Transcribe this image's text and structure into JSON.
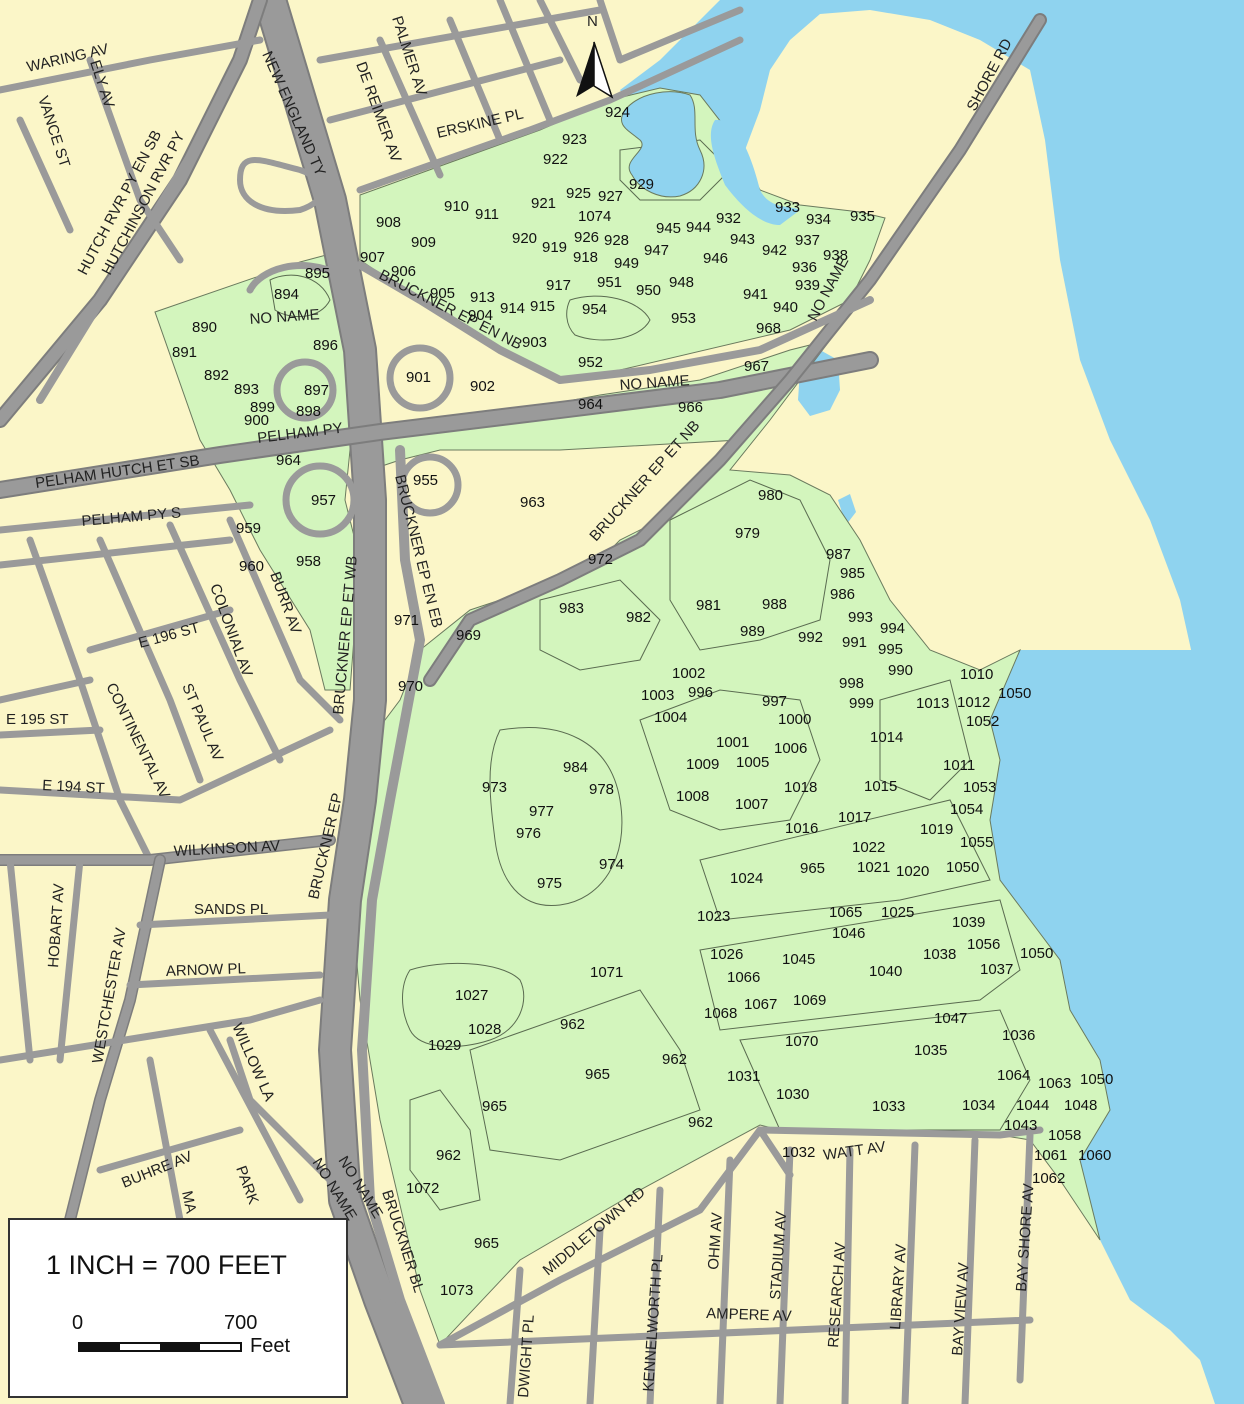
{
  "scale": {
    "title": "1 INCH = 700 FEET",
    "zero": "0",
    "max": "700",
    "unit": "Feet"
  },
  "north": {
    "letter": "N",
    "icon": "north-arrow-icon"
  },
  "colors": {
    "land": "#fbf6c8",
    "park": "#d3f5bd",
    "water": "#8fd3ef",
    "road": "#9a9a9a"
  },
  "streets": [
    "WARING AV",
    "ELY AV",
    "VANCE ST",
    "HUTCH RVR PY EN SB",
    "HUTCHINSON RVR PY",
    "NEW ENGLAND TY",
    "DE REIMER AV",
    "PALMER AV",
    "ERSKINE PL",
    "SHORE RD",
    "NO NAME",
    "BRUCKNER EP EN NB",
    "NO NAME",
    "NO NAME",
    "PELHAM PY",
    "PELHAM HUTCH ET SB",
    "PELHAM PY S",
    "BRUCKNER EP ET NB",
    "NO NAME",
    "BURR AV",
    "COLONIAL AV",
    "E 196 ST",
    "BRUCKNER EP ET WB",
    "BRUCKNER EP EN EB",
    "CONTINENTAL AV",
    "ST PAUL AV",
    "E 195 ST",
    "E 194 ST",
    "WILKINSON AV",
    "BRUCKNER EP",
    "HOBART AV",
    "WESTCHESTER AV",
    "SANDS PL",
    "ARNOW PL",
    "WILLOW LA",
    "BUHRE AV",
    "MA",
    "PARK",
    "NO NAME",
    "BRUCKNER BL",
    "MIDDLETOWN RD",
    "DWIGHT PL",
    "KENNELWORTH PL",
    "OHM AV",
    "STADIUM AV",
    "AMPERE AV",
    "RESEARCH AV",
    "LIBRARY AV",
    "BAY VIEW AV",
    "BAY SHORE AV",
    "WATT AV"
  ],
  "parcels": [
    "924",
    "923",
    "922",
    "929",
    "925",
    "927",
    "921",
    "1074",
    "910",
    "911",
    "908",
    "909",
    "920",
    "919",
    "926",
    "928",
    "945",
    "944",
    "932",
    "933",
    "934",
    "935",
    "943",
    "937",
    "942",
    "938",
    "936",
    "918",
    "949",
    "947",
    "946",
    "907",
    "906",
    "905",
    "913",
    "917",
    "951",
    "950",
    "948",
    "939",
    "941",
    "940",
    "895",
    "894",
    "904",
    "914",
    "915",
    "954",
    "953",
    "968",
    "890",
    "896",
    "903",
    "891",
    "892",
    "897",
    "952",
    "893",
    "899",
    "898",
    "900",
    "901",
    "902",
    "967",
    "964",
    "966",
    "964",
    "957",
    "955",
    "963",
    "959",
    "958",
    "960",
    "972",
    "980",
    "979",
    "987",
    "985",
    "986",
    "983",
    "982",
    "981",
    "988",
    "989",
    "992",
    "993",
    "994",
    "991",
    "995",
    "971",
    "969",
    "970",
    "990",
    "1010",
    "998",
    "1002",
    "996",
    "1003",
    "1013",
    "1012",
    "1050",
    "997",
    "999",
    "1052",
    "1004",
    "1000",
    "1014",
    "1001",
    "1006",
    "984",
    "1009",
    "1005",
    "1011",
    "973",
    "978",
    "1018",
    "1015",
    "1053",
    "1008",
    "1007",
    "977",
    "1017",
    "1054",
    "976",
    "1016",
    "1019",
    "1055",
    "1022",
    "974",
    "1021",
    "1020",
    "1050",
    "965",
    "975",
    "1024",
    "1023",
    "1065",
    "1025",
    "1039",
    "1046",
    "1056",
    "1026",
    "1045",
    "1038",
    "1050",
    "1040",
    "1037",
    "1071",
    "1066",
    "1027",
    "1069",
    "1067",
    "1068",
    "1028",
    "962",
    "1047",
    "1036",
    "1070",
    "1029",
    "962",
    "1035",
    "965",
    "1031",
    "1064",
    "1063",
    "1050",
    "965",
    "1030",
    "1033",
    "1034",
    "1044",
    "1048",
    "962",
    "1043",
    "1058",
    "962",
    "1032",
    "1061",
    "1060",
    "1072",
    "1062",
    "965",
    "1073"
  ]
}
